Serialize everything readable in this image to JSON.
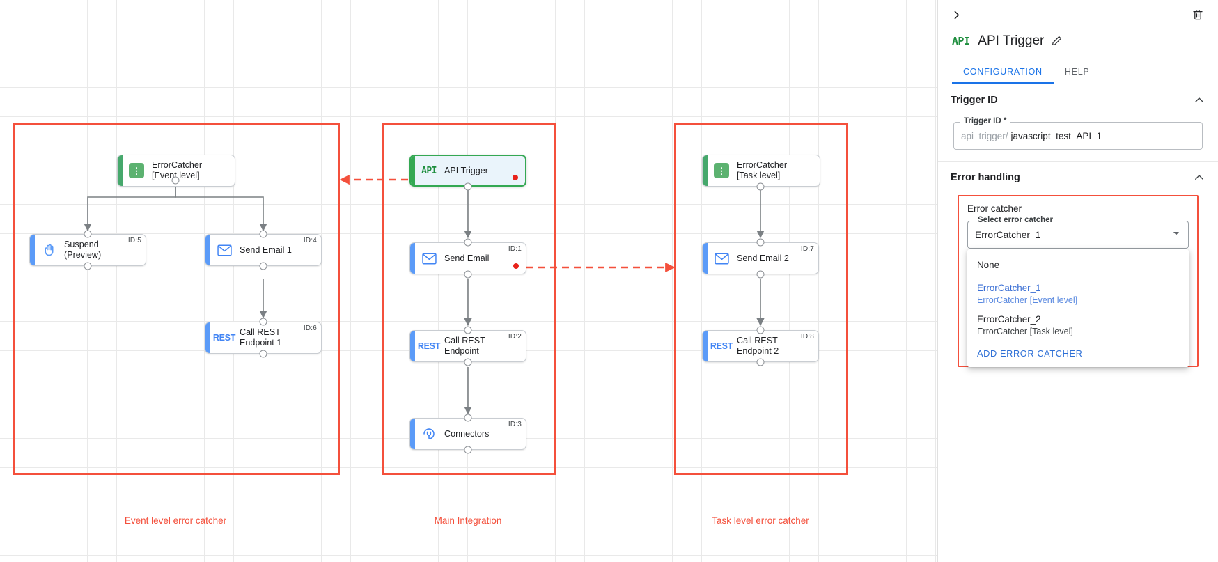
{
  "canvas": {
    "groups": [
      {
        "id": "event-level",
        "label": "Event level error catcher"
      },
      {
        "id": "main-integration",
        "label": "Main Integration"
      },
      {
        "id": "task-level",
        "label": "Task level error catcher"
      }
    ],
    "nodes": [
      {
        "key": "errorcatcher_event",
        "label": "ErrorCatcher\n[Event level]",
        "icon": "error-catcher-icon",
        "id_badge": "",
        "accent": "green",
        "has_error_dot": false
      },
      {
        "key": "suspend",
        "label": "Suspend\n(Preview)",
        "icon": "hand-icon",
        "id_badge": "ID:5",
        "accent": "blue",
        "has_error_dot": false
      },
      {
        "key": "send_email_1",
        "label": "Send Email 1",
        "icon": "envelope-icon",
        "id_badge": "ID:4",
        "accent": "blue",
        "has_error_dot": false
      },
      {
        "key": "call_rest_1",
        "label": "Call REST\nEndpoint 1",
        "icon": "rest-icon",
        "id_badge": "ID:6",
        "accent": "blue",
        "has_error_dot": false
      },
      {
        "key": "api_trigger",
        "label": "API Trigger",
        "icon": "api-icon",
        "id_badge": "",
        "accent": "green",
        "has_error_dot": true
      },
      {
        "key": "send_email",
        "label": "Send Email",
        "icon": "envelope-icon",
        "id_badge": "ID:1",
        "accent": "blue",
        "has_error_dot": true
      },
      {
        "key": "call_rest",
        "label": "Call REST\nEndpoint",
        "icon": "rest-icon",
        "id_badge": "ID:2",
        "accent": "blue",
        "has_error_dot": false
      },
      {
        "key": "connectors",
        "label": "Connectors",
        "icon": "connectors-icon",
        "id_badge": "ID:3",
        "accent": "blue",
        "has_error_dot": false
      },
      {
        "key": "errorcatcher_task",
        "label": "ErrorCatcher\n[Task level]",
        "icon": "error-catcher-icon",
        "id_badge": "",
        "accent": "green",
        "has_error_dot": false
      },
      {
        "key": "send_email_2",
        "label": "Send Email 2",
        "icon": "envelope-icon",
        "id_badge": "ID:7",
        "accent": "blue",
        "has_error_dot": false
      },
      {
        "key": "call_rest_2",
        "label": "Call REST\nEndpoint 2",
        "icon": "rest-icon",
        "id_badge": "ID:8",
        "accent": "blue",
        "has_error_dot": false
      }
    ],
    "glyphs": {
      "rest": "REST",
      "api": "API"
    },
    "colors": {
      "group_border": "#f4503c",
      "error_dot": "#e8231b",
      "accent_blue": "#5b9bf8",
      "accent_green": "#46a86c",
      "selected_border": "#34a853",
      "selected_fill": "#eaf4fb"
    }
  },
  "panel": {
    "collapse_icon": "chevron-right-icon",
    "delete_icon": "trash-icon",
    "node_icon": "api-icon",
    "title": "API Trigger",
    "edit_icon": "pencil-icon",
    "tabs": [
      {
        "key": "configuration",
        "label": "CONFIGURATION",
        "active": true
      },
      {
        "key": "help",
        "label": "HELP",
        "active": false
      }
    ],
    "trigger_id_section": {
      "heading": "Trigger ID",
      "collapse_icon": "chevron-up-icon",
      "field_legend": "Trigger ID *",
      "prefix": "api_trigger/",
      "value": "javascript_test_API_1",
      "placeholder": ""
    },
    "error_handling_section": {
      "heading": "Error handling",
      "collapse_icon": "chevron-up-icon",
      "error_catcher_label": "Error catcher",
      "select_legend": "Select error catcher",
      "selected_value": "ErrorCatcher_1",
      "dropdown_icon": "chevron-down-icon",
      "options": [
        {
          "primary": "None",
          "secondary": "",
          "selected": false
        },
        {
          "primary": "ErrorCatcher_1",
          "secondary": "ErrorCatcher [Event level]",
          "selected": true
        },
        {
          "primary": "ErrorCatcher_2",
          "secondary": "ErrorCatcher [Task level]",
          "selected": false
        }
      ],
      "add_link": "ADD ERROR CATCHER"
    },
    "colors": {
      "accent": "#1a73e8",
      "option_selected": "#3b6fd4",
      "box_border": "#f4503c"
    }
  }
}
